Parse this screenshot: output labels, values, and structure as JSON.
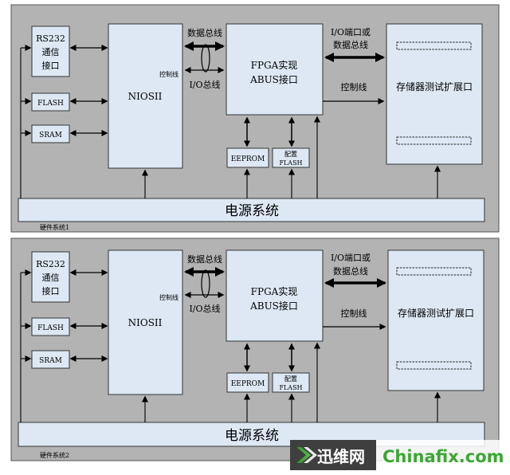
{
  "systems": [
    {
      "caption": "硬件系统1",
      "rs232": [
        "RS232",
        "通信",
        "接口"
      ],
      "flash": "FLASH",
      "sram": "SRAM",
      "niosii": "NIOSII",
      "ctrl_small": "控制线",
      "data_bus": "数据总线",
      "io_bus": "I/O总线",
      "fpga": [
        "FPGA实现",
        "ABUS接口"
      ],
      "io_port": [
        "I/O端口或",
        "数据总线"
      ],
      "ctrl_line": "控制线",
      "storage": "存储器测试扩展口",
      "eeprom": "EEPROM",
      "config_flash": [
        "配置",
        "FLASH"
      ],
      "power": "电源系统"
    },
    {
      "caption": "硬件系统2",
      "rs232": [
        "RS232",
        "通信",
        "接口"
      ],
      "flash": "FLASH",
      "sram": "SRAM",
      "niosii": "NIOSII",
      "ctrl_small": "控制线",
      "data_bus": "数据总线",
      "io_bus": "I/O总线",
      "fpga": [
        "FPGA实现",
        "ABUS接口"
      ],
      "io_port": [
        "I/O端口或",
        "数据总线"
      ],
      "ctrl_line": "控制线",
      "storage": "存储器测试扩展口",
      "eeprom": "EEPROM",
      "config_flash": [
        "配置",
        "FLASH"
      ],
      "power": "电源系统"
    }
  ],
  "watermark": {
    "brand_cn": "迅维网",
    "brand_en": "Chinafix.com"
  },
  "colors": {
    "panel_bg": "#b3b3b3",
    "block_fill": "#dde8f4",
    "arrow": "#000000",
    "watermark_green": "#3aa832"
  }
}
